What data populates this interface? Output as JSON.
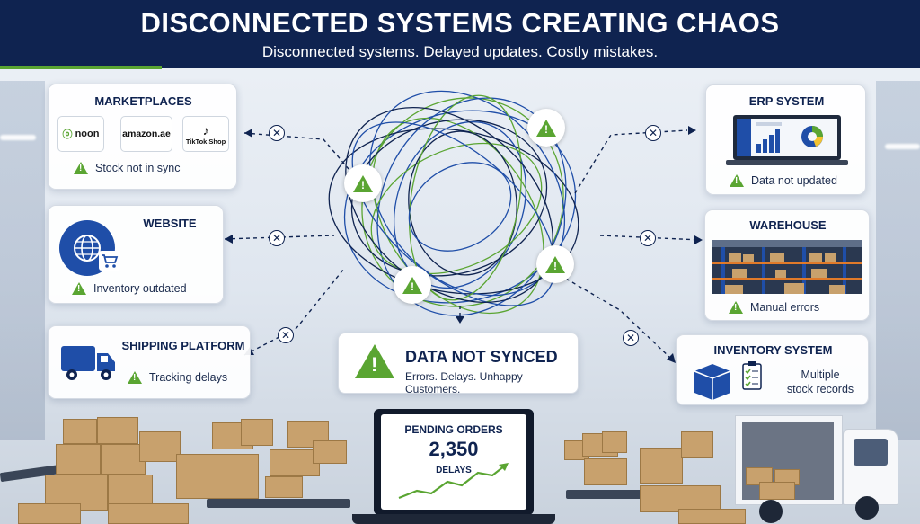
{
  "header": {
    "title": "DISCONNECTED SYSTEMS CREATING CHAOS",
    "subtitle": "Disconnected systems. Delayed updates. Costly mistakes."
  },
  "colors": {
    "navy": "#0f2350",
    "green": "#5aa532",
    "blue": "#1f4ea8"
  },
  "marketplaces": {
    "title": "MARKETPLACES",
    "logos": [
      "noon",
      "amazon.ae",
      "TikTok Shop"
    ],
    "status": "Stock not in sync"
  },
  "website": {
    "title": "WEBSITE",
    "icon": "globe-cart-icon",
    "status": "Inventory outdated"
  },
  "shipping": {
    "title": "SHIPPING PLATFORM",
    "icon": "truck-icon",
    "status": "Tracking delays"
  },
  "erp": {
    "title": "ERP SYSTEM",
    "icon": "dashboard-laptop-icon",
    "status": "Data not updated"
  },
  "warehouse": {
    "title": "WAREHOUSE",
    "icon": "warehouse-photo",
    "status": "Manual errors"
  },
  "inventory": {
    "title": "INVENTORY SYSTEM",
    "icon": "boxes-clipboard-icon",
    "status_line1": "Multiple",
    "status_line2": "stock records"
  },
  "alert": {
    "title": "DATA NOT SYNCED",
    "subtitle": "Errors. Delays. Unhappy Customers."
  },
  "pending": {
    "label": "PENDING ORDERS",
    "value": "2,350",
    "delays": "DELAYS"
  }
}
